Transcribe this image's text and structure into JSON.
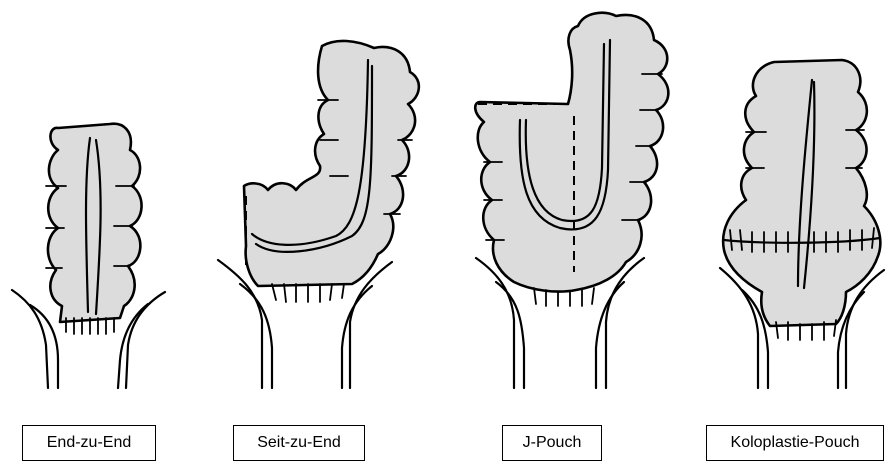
{
  "panels": [
    {
      "id": "end-zu-end",
      "label": "End-zu-End"
    },
    {
      "id": "seit-zu-end",
      "label": "Seit-zu-End"
    },
    {
      "id": "j-pouch",
      "label": "J-Pouch"
    },
    {
      "id": "koloplastie-pouch",
      "label": "Koloplastie-Pouch"
    }
  ],
  "colors": {
    "tissue": "#dcdcdc",
    "outline": "#000000",
    "background": "#ffffff"
  }
}
